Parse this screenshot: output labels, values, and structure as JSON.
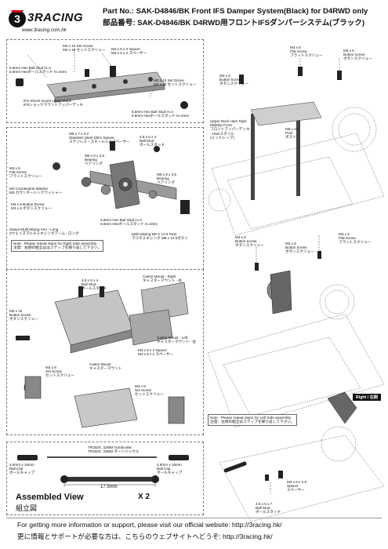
{
  "header": {
    "logo_brand": "3RACING",
    "logo_url": "www.3racing.com.hk",
    "title_en": "Part No.: SAK-D4846/BK  Front IFS Damper System(Black) for D4RWD only",
    "title_jp": "部品番号: SAK-D4846/BK  D4RWD用フロントIFSダンパーシステム(ブラック)"
  },
  "panel1": {
    "labels": [
      "M3 x 10 Set Screw\nM3 x 10 セットスクリュー",
      "M3 x 6 x 4 Spacer\nM3 x 6 x 4 スペーサー",
      "5.8mm Hex Ball Stud H=4\n5.8mm Hexボールスタッド H=4mm",
      "M3 x 10 Set Screw\nM3 x 10 セットスクリュー",
      "IFS Shock mount Upper Deck\nIFSショックマウントアッパーデッキ",
      "5.8mm Hex Ball Stud H=4\n5.8mm Hexボールスタッド H=4mm"
    ]
  },
  "panel2": {
    "labels": [
      "M5 x 7 x 0.2\nStainless Steel Shim Spacer\nステンレス・スチールシムスペーサー",
      "4.8 x 5 x 4\nBall Stud\nボールスタッド",
      "M3 x 6\nFlat Screw\nフラットスクリュー",
      "M5 x 8 x 2.5\nBearing\nベアリング",
      "M5 x 8 x 2.5\nBearing\nベアリング",
      "M3 Countersink Washer\nM3 カウンターシンクワッシャー",
      "M3 x 8 Button Screw\nM3 x 8 ボタンスクリュー",
      "5.8mm Hex Ball Stud H=4\n5.8mm Hexボールスタッド H=4mm",
      "2ways Multi Mixing Arm - Long\n2ウェイズマルチミキシングアーム - ロング",
      "Multi Mixing M8 X 12.5 Post\nマルチミキシング M8 x 12.5ポスト"
    ],
    "note": "Note : Please repeat steps for Right Side assembly.\n注意：右側の組立ははステップを繰り返して下さい。"
  },
  "panel3": {
    "labels": [
      "4.8 x 5 x 4\nBall Stud\nボールスタッド",
      "Castor Mount - Right\nキャスターマウント - 右",
      "M3 x 10\nButton Screw\nボタンスクリュー",
      "M3 x 6 x 2 Spacer\nM3 x 6 x 2 スペーサー",
      "Castor Mount - Left\nキャスターマウント - 左",
      "Castor Mount\nキャスターマウント",
      "M3 x 8\nSet Screw\nセットスクリュー",
      "M3 x 8\nSet Screw\nセットスクリュー"
    ]
  },
  "panel4": {
    "labels": [
      "TR332S  32MM Turnbuckle\nTR332S  32MM ターンバックル",
      "4.8mm x 16mm\nBall Cap\nボールキャップ",
      "4.8mm x 16mm\nBall Cap\nボールキャップ"
    ],
    "dimension": "17.5mm",
    "assembled_en": "Assembled View",
    "assembled_jp": "組立図",
    "quantity": "X 2"
  },
  "right_side": {
    "labels": [
      "M3 x 6\nFlat Screw\nフラットスクリュー",
      "M3 x 6\nButton Screw\nボタンスクリュー",
      "M3 x 6\nButton Screw\nボタンスクリュー",
      "Upper Deck Ham Style\nMidship Front\nフロントアッパーデッキ\n- Hamスタイル\n(ミッドシップ)",
      "M6 x 27\nPost\nポスト",
      "M3 x 6\nFlat Screw\nフラットスクリュー",
      "M3 x 6\nButton Screw\nボタンスクリュー",
      "M3 x 6\nButton Screw\nボタンスクリュー",
      "4.8 x 5 x 7\nBall Stud\nボールスタッド",
      "M3 x 6 x 2.5\nSpacer\nスペーサー"
    ],
    "right_tag": "Right / 右側",
    "note": "Note : Please repeat steps for Left Side assembly.\n注意：左側の組立はステップを繰り返して下さい。"
  },
  "footer": {
    "en": "For getting more information or support, please visit our official website: http://3racing.hk/",
    "jp": "更に情報とサポートが必要な方は、こちらのウェブサイトへどうぞ: http://3racing.hk/"
  },
  "colors": {
    "accent": "#d0021b",
    "line": "#333333",
    "part_dark": "#222222",
    "part_mid": "#888888",
    "part_light": "#cfcfcf"
  }
}
